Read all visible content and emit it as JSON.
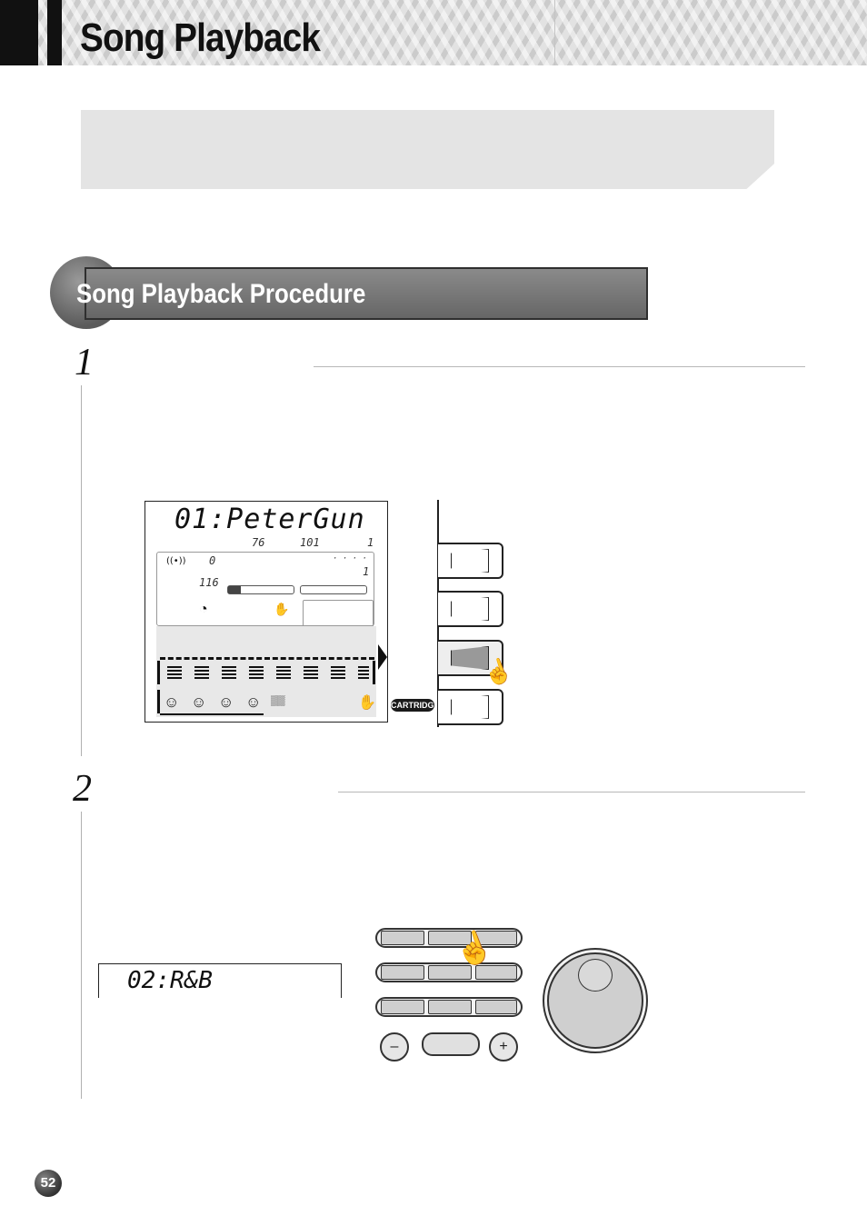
{
  "header": {
    "title": "Song Playback"
  },
  "section": {
    "title": "Song Playback Procedure"
  },
  "steps": [
    {
      "number": "1"
    },
    {
      "number": "2"
    }
  ],
  "lcd_main": {
    "song": "01:PeterGun",
    "readout_1": "76",
    "readout_2": "101",
    "readout_3": "1",
    "readout_4": "0",
    "readout_5": "116",
    "readout_6": "1",
    "readout_7": "· · · ·"
  },
  "cartridge_label": "CARTRIDGE",
  "lcd_step2": {
    "song": "02:R&B"
  },
  "panel": {
    "minus_label": "–",
    "plus_label": "+"
  },
  "page": {
    "number": "52"
  }
}
